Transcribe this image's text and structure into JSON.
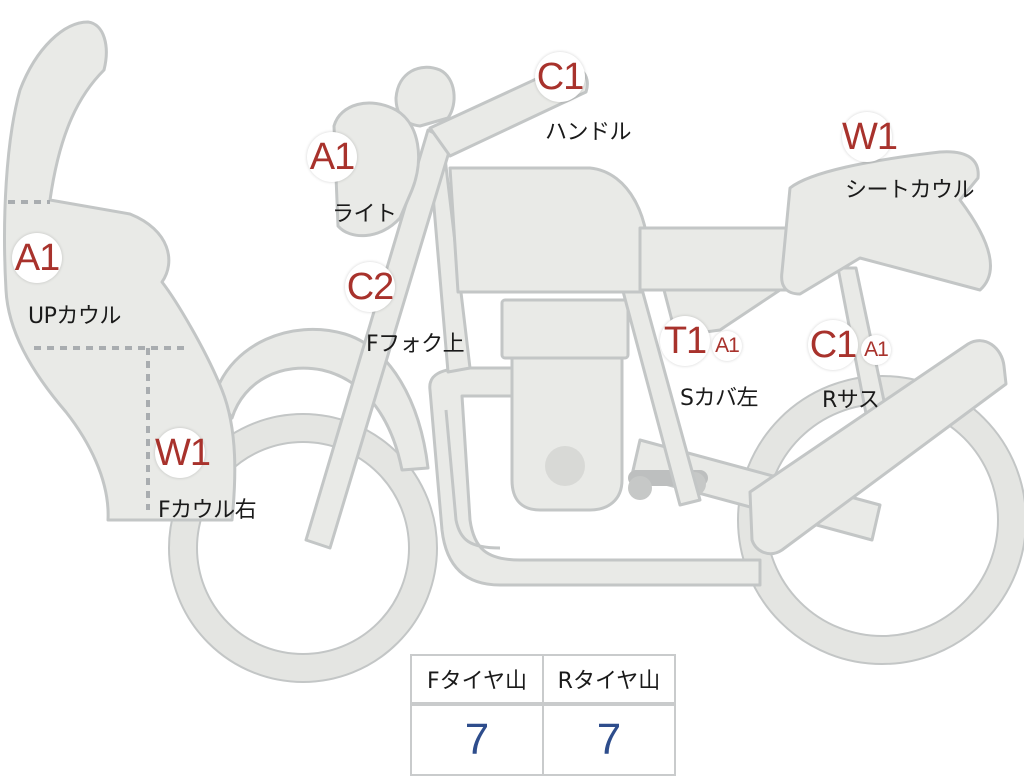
{
  "colors": {
    "body_fill": "#e9eae7",
    "body_stroke": "#c3c6c6",
    "marker_text": "#a8322c",
    "value_text": "#2e4d8c"
  },
  "parts": [
    {
      "id": "up-cowl",
      "code": "A1",
      "label": "UPカウル"
    },
    {
      "id": "f-cowl-right",
      "code": "W1",
      "label": "Fカウル右"
    },
    {
      "id": "light",
      "code": "A1",
      "label": "ライト"
    },
    {
      "id": "f-fork-upper",
      "code": "C2",
      "label": "Fフォク上"
    },
    {
      "id": "handle",
      "code": "C1",
      "label": "ハンドル"
    },
    {
      "id": "seat-cowl",
      "code": "W1",
      "label": "シートカウル"
    },
    {
      "id": "s-cover-left",
      "code": "T1",
      "extra": "A1",
      "label": "Sカバ左"
    },
    {
      "id": "r-suspension",
      "code": "C1",
      "extra": "A1",
      "label": "Rサス"
    }
  ],
  "tire_table": {
    "headers": [
      "Fタイヤ山",
      "Rタイヤ山"
    ],
    "values": [
      "7",
      "7"
    ]
  }
}
